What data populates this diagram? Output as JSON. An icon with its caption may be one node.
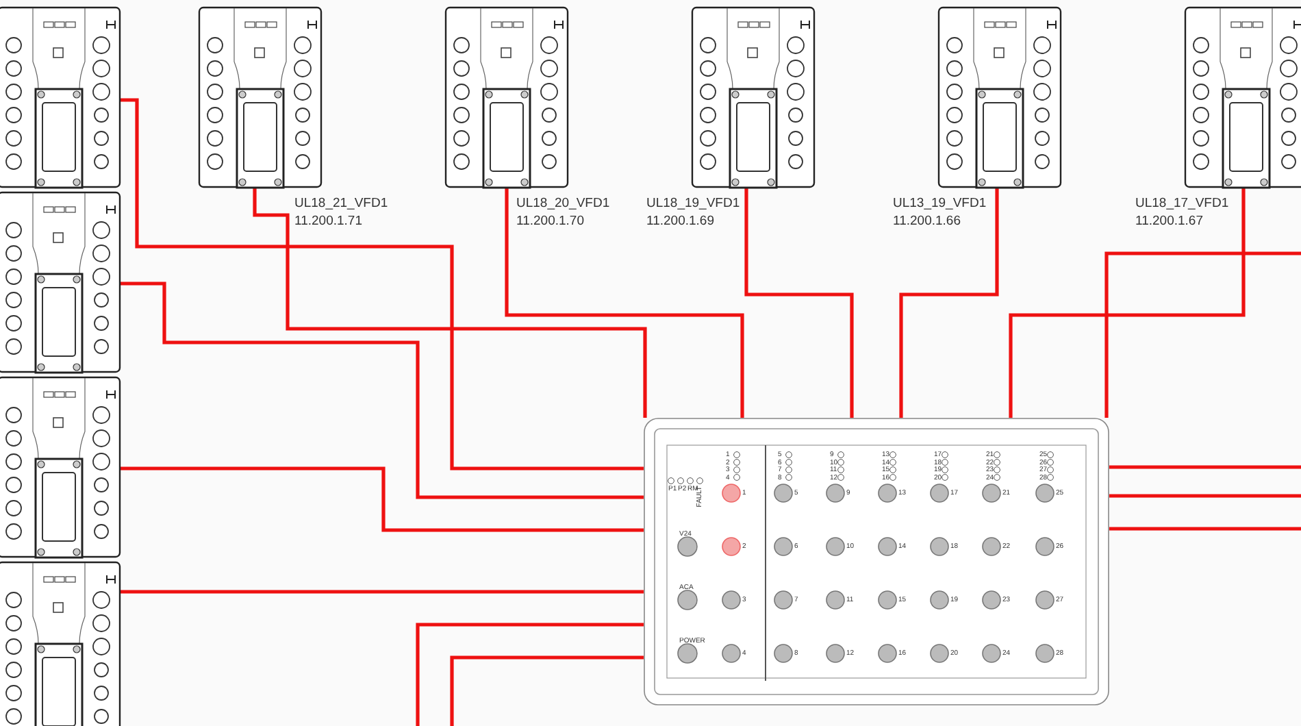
{
  "diagram": {
    "nodes": [
      {
        "text": [],
        "shape": "picture"
      },
      {
        "text": [],
        "shape": "picture",
        "beside": [
          "UL18_21_VFD1",
          "11.200.1.71"
        ]
      },
      {
        "text": [],
        "shape": "picture",
        "beside": [
          "UL18_20_VFD1",
          "11.200.1.70"
        ]
      },
      {
        "text": [],
        "shape": "picture",
        "beside": [
          "UL18_19_VFD1",
          "11.200.1.69"
        ]
      },
      {
        "text": [],
        "shape": "picture",
        "beside": [
          "UL13_19_VFD1",
          "11.200.1.66"
        ]
      },
      {
        "text": [],
        "shape": "picture",
        "beside": [
          "UL18_17_VFD1",
          "11.200.1.67"
        ]
      },
      {
        "text": [],
        "shape": "picture"
      },
      {
        "text": [],
        "shape": "picture"
      },
      {
        "text": [],
        "shape": "picture"
      },
      {
        "text": [],
        "shape": "picture"
      }
    ],
    "edges": [
      {
        "from": 0,
        "to": 9,
        "arrow": "none"
      },
      {
        "from": 1,
        "to": 9,
        "arrow": "none"
      },
      {
        "from": 2,
        "to": 9,
        "arrow": "none"
      },
      {
        "from": 3,
        "to": 9,
        "arrow": "none"
      },
      {
        "from": 4,
        "to": 9,
        "arrow": "none"
      },
      {
        "from": 5,
        "to": 9,
        "arrow": "none"
      },
      {
        "from": 6,
        "to": 9,
        "arrow": "none"
      },
      {
        "from": 7,
        "to": 9,
        "arrow": "none"
      },
      {
        "from": 8,
        "to": 9,
        "arrow": "none"
      },
      {
        "from": null,
        "to": 9,
        "arrow": "none"
      },
      {
        "from": null,
        "to": 9,
        "arrow": "none"
      },
      {
        "from": null,
        "to": 9,
        "arrow": "none"
      },
      {
        "from": null,
        "to": 9,
        "arrow": "none"
      },
      {
        "from": null,
        "to": 9,
        "arrow": "none"
      },
      {
        "from": null,
        "to": 9,
        "arrow": "none"
      }
    ],
    "labels": [
      "1",
      "2",
      "3",
      "4",
      "5",
      "6",
      "7",
      "8",
      "9",
      "10",
      "11",
      "12",
      "13",
      "14",
      "15",
      "16",
      "17",
      "18",
      "19",
      "20",
      "21",
      "22",
      "23",
      "24",
      "25",
      "26",
      "27",
      "28",
      "P1",
      "P2",
      "RM",
      "FAULT",
      "V24",
      "ACA",
      "POWER",
      "1",
      "2",
      "3",
      "4",
      "5",
      "6",
      "7",
      "8",
      "9",
      "10",
      "11",
      "12",
      "13",
      "14",
      "15",
      "16",
      "17",
      "18",
      "19",
      "20",
      "21",
      "22",
      "23",
      "24",
      "25",
      "26",
      "27",
      "28"
    ]
  }
}
